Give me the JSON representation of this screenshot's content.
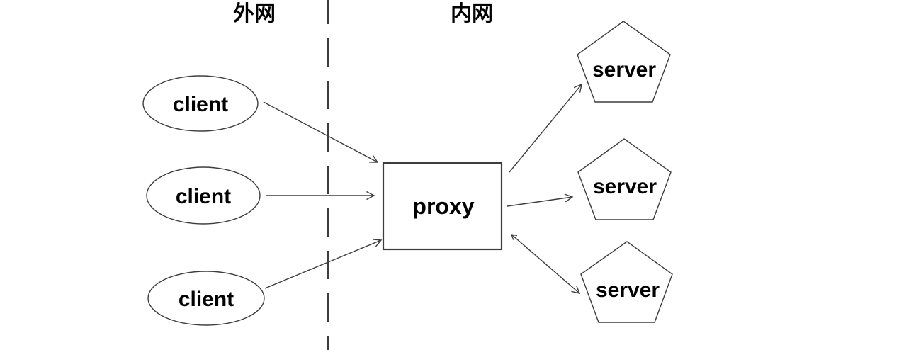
{
  "diagram": {
    "type": "network-proxy-architecture",
    "colors": {
      "background": "#ffffff",
      "stroke": "#3d3d3d",
      "text": "#000000"
    },
    "zones": {
      "external_label": "外网",
      "internal_label": "内网"
    },
    "nodes": {
      "clients": [
        {
          "label": "client"
        },
        {
          "label": "client"
        },
        {
          "label": "client"
        }
      ],
      "proxy": {
        "label": "proxy"
      },
      "servers": [
        {
          "label": "server"
        },
        {
          "label": "server"
        },
        {
          "label": "server"
        }
      ]
    },
    "edges": [
      {
        "from": "client-1",
        "to": "proxy",
        "direction": "one-way"
      },
      {
        "from": "client-2",
        "to": "proxy",
        "direction": "one-way"
      },
      {
        "from": "client-3",
        "to": "proxy",
        "direction": "one-way"
      },
      {
        "from": "proxy",
        "to": "server-1",
        "direction": "one-way"
      },
      {
        "from": "proxy",
        "to": "server-2",
        "direction": "one-way"
      },
      {
        "from": "proxy",
        "to": "server-3",
        "direction": "two-way"
      }
    ]
  }
}
